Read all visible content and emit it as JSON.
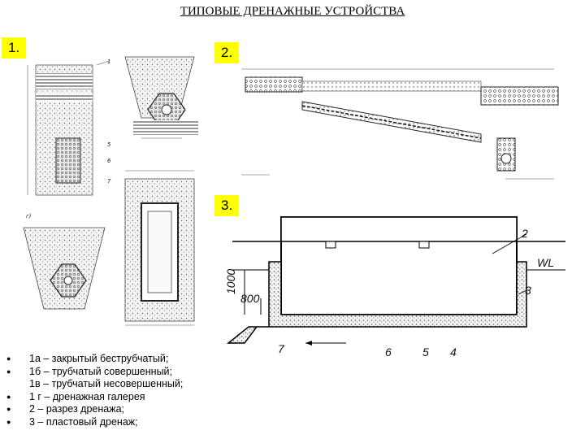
{
  "title": "ТИПОВЫЕ ДРЕНАЖНЫЕ УСТРОЙСТВА",
  "tags": [
    "1.",
    "2.",
    "3."
  ],
  "legend": [
    "1а – закрытый беструбчатый;",
    "1б – трубчатый совершенный;",
    "1в – трубчатый несовершенный;",
    "1 г – дренажная галерея",
    "2 – разрез дренажа;",
    "3 – пластовый дренаж;"
  ],
  "drawing3": {
    "water_level": "WL",
    "callouts": [
      "2",
      "3",
      "4",
      "5",
      "6",
      "7"
    ],
    "dims": [
      "1000",
      "800"
    ]
  }
}
